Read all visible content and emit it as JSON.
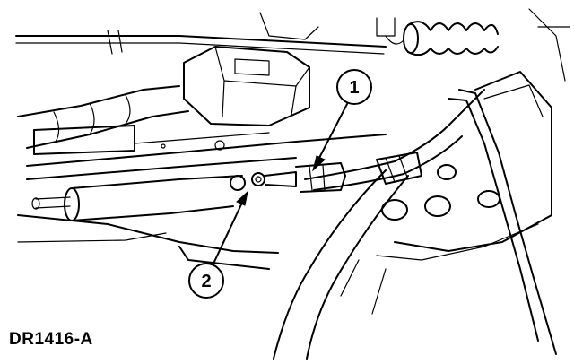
{
  "figure_id": "DR1416-A",
  "callouts": [
    {
      "number": "1"
    },
    {
      "number": "2"
    }
  ],
  "colors": {
    "ink": "#000000",
    "paper": "#ffffff"
  }
}
